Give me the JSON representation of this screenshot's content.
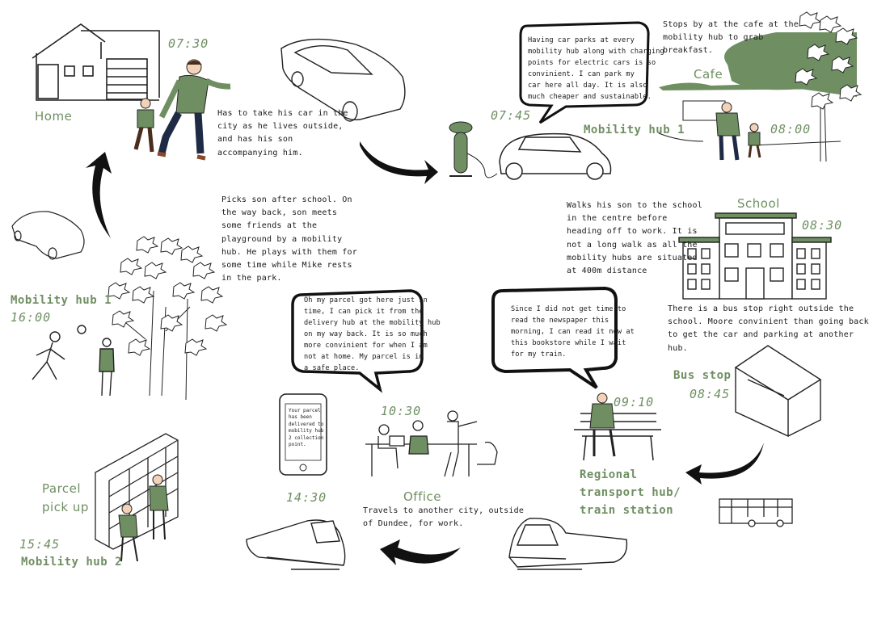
{
  "colors": {
    "accent": "#6f8f62",
    "ink": "#1a1a1a",
    "background": "#ffffff"
  },
  "stops": {
    "home": {
      "time": "07:30",
      "label": "Home",
      "text": "Has to take his car in the\ncity as he lives outside,\nand has his son\naccompanying him."
    },
    "mobility_hub_morning": {
      "time": "07:45",
      "label": "Mobility hub 1",
      "bubble": "Having car parks at every\nmobility hub along with charging\npoints for electric cars is so\nconvinient. I can park my\ncar here all day. It is also\nmuch cheaper and sustainable."
    },
    "cafe": {
      "time": "08:00",
      "label": "Cafe",
      "text": "Stops by at the cafe at the\nmobility hub to grab\nbreakfast."
    },
    "school": {
      "time": "08:30",
      "label": "School",
      "text": "Walks his son to the school\nin the centre before\nheading off to work. It is\nnot a long walk as all the\nmobility hubs are situated\nat 400m distance"
    },
    "bus_stop": {
      "time": "08:45",
      "label": "Bus stop",
      "text": "There is a bus stop right outside the\nschool. Moore convinient than going back\nto get the car and parking at another hub."
    },
    "train_station": {
      "time": "09:10",
      "label": "Regional\ntransport hub/\ntrain station",
      "bubble": "Since I did not get time to\nread the newspaper this\nmorning, I can read it now at\n this bookstore while I wait\nfor my train."
    },
    "office": {
      "time": "10:30",
      "label": "Office",
      "text": "Travels to another city, outside\nof Dundee, for work."
    },
    "return_train": {
      "time": "14:30"
    },
    "parcel": {
      "time": "15:45",
      "label": "Parcel\npick up",
      "hub_label": "Mobility hub 2",
      "phone_text": "Your parcel\nhas been\ndelivered to\nmobility hub\n2 collection\npoint.",
      "bubble": "Oh my parcel got here just in\ntime, I can pick it from the\ndelivery hub at the mobility hub\non my way back. It is so much\nmore convinient for when I am\nnot at home. My parcel is in\na safe place."
    },
    "park": {
      "time": "16:00",
      "label": "Mobility hub 1",
      "text": "Picks son after school. On\nthe way back, son meets\nsome friends at the\nplayground by a mobility\nhub. He plays with them for\nsome time while Mike rests\nin the park."
    }
  }
}
